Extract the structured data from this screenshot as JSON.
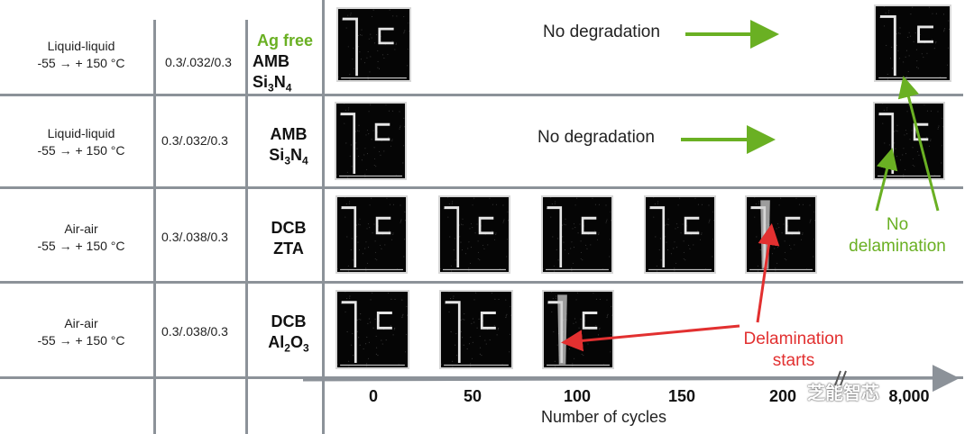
{
  "rows": [
    {
      "condition": "Liquid-liquid",
      "range": "-55 → + 150 °C",
      "ratio": "0.3/.032/0.3",
      "material_line1_green": "Ag free",
      "material_line1": "AMB",
      "material_line2_base": "Si",
      "material_line2_sub1": "3",
      "material_line2_mid": "N",
      "material_line2_sub2": "4"
    },
    {
      "condition": "Liquid-liquid",
      "range": "-55 → + 150 °C",
      "ratio": "0.3/.032/0.3",
      "material_line1": "AMB",
      "material_line2_base": "Si",
      "material_line2_sub1": "3",
      "material_line2_mid": "N",
      "material_line2_sub2": "4"
    },
    {
      "condition": "Air-air",
      "range": "-55 → + 150 °C",
      "ratio": "0.3/.038/0.3",
      "material_line1": "DCB",
      "material_line2": "ZTA"
    },
    {
      "condition": "Air-air",
      "range": "-55 → + 150 °C",
      "ratio": "0.3/.038/0.3",
      "material_line1": "DCB",
      "material_line2_base": "Al",
      "material_line2_sub1": "2",
      "material_line2_mid": "O",
      "material_line2_sub2": "3"
    }
  ],
  "annotations": {
    "no_degradation_1": "No degradation",
    "no_degradation_2": "No degradation",
    "no_delamination": "No\ndelamination",
    "delamination_starts": "Delamination\nstarts"
  },
  "x_axis": {
    "ticks": [
      "0",
      "50",
      "100",
      "150",
      "200",
      "8,000"
    ],
    "label": "Number of cycles"
  },
  "watermark": "芝能智芯",
  "colors": {
    "green": "#6ab023",
    "red": "#e23030",
    "grid": "#8c9299"
  }
}
